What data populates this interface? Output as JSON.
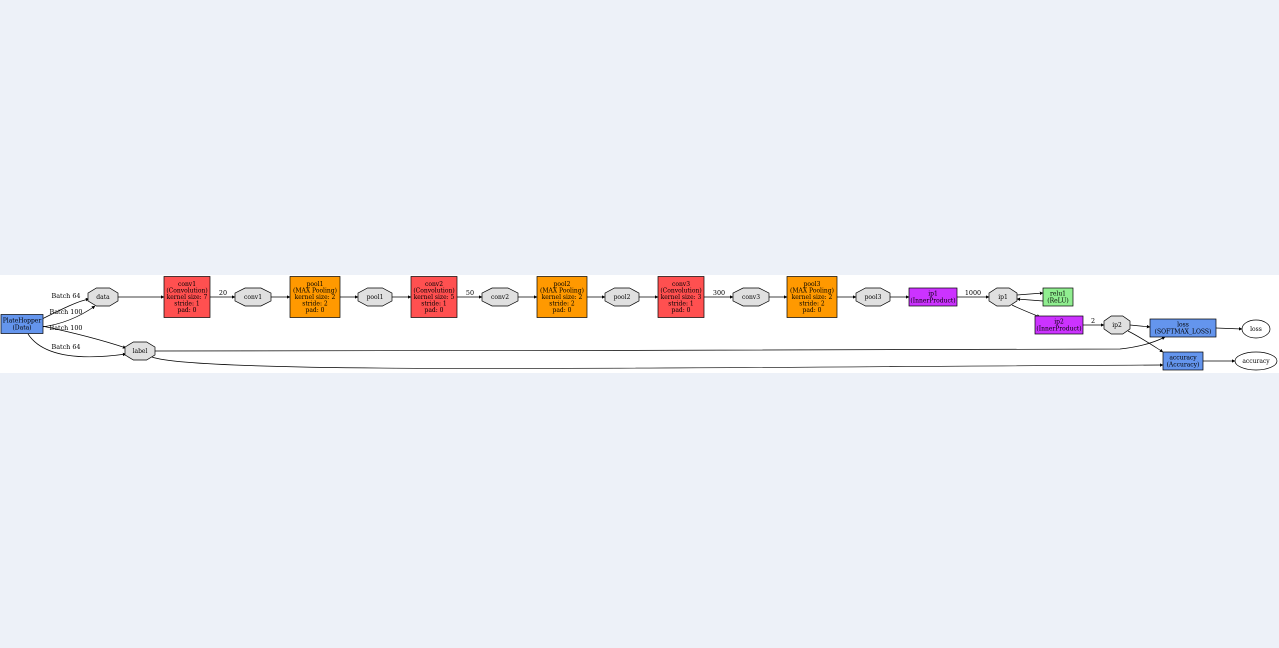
{
  "colors": {
    "data_layer": "#6495ed",
    "conv": "#ff5050",
    "pool": "#ff9900",
    "inner_product": "#cc33ff",
    "relu": "#90ee90",
    "loss": "#6495ed",
    "blob": "#e0e0e0",
    "stage_bg": "#ffffff",
    "page_bg": "#edf1f8"
  },
  "diagram": {
    "nodes": [
      {
        "id": "platehopper",
        "shape": "box",
        "kind": "data_layer",
        "lines": [
          "PlateHopper",
          "(Data)"
        ]
      },
      {
        "id": "data",
        "shape": "octagon",
        "kind": "blob",
        "lines": [
          "data"
        ]
      },
      {
        "id": "label",
        "shape": "octagon",
        "kind": "blob",
        "lines": [
          "label"
        ]
      },
      {
        "id": "conv1_layer",
        "shape": "box",
        "kind": "conv",
        "lines": [
          "conv1",
          "(Convolution)",
          "kernel size: 7",
          "stride: 1",
          "pad: 0"
        ]
      },
      {
        "id": "conv1_blob",
        "shape": "octagon",
        "kind": "blob",
        "lines": [
          "conv1"
        ]
      },
      {
        "id": "pool1_layer",
        "shape": "box",
        "kind": "pool",
        "lines": [
          "pool1",
          "(MAX Pooling)",
          "kernel size: 2",
          "stride: 2",
          "pad: 0"
        ]
      },
      {
        "id": "pool1_blob",
        "shape": "octagon",
        "kind": "blob",
        "lines": [
          "pool1"
        ]
      },
      {
        "id": "conv2_layer",
        "shape": "box",
        "kind": "conv",
        "lines": [
          "conv2",
          "(Convolution)",
          "kernel size: 5",
          "stride: 1",
          "pad: 0"
        ]
      },
      {
        "id": "conv2_blob",
        "shape": "octagon",
        "kind": "blob",
        "lines": [
          "conv2"
        ]
      },
      {
        "id": "pool2_layer",
        "shape": "box",
        "kind": "pool",
        "lines": [
          "pool2",
          "(MAX Pooling)",
          "kernel size: 2",
          "stride: 2",
          "pad: 0"
        ]
      },
      {
        "id": "pool2_blob",
        "shape": "octagon",
        "kind": "blob",
        "lines": [
          "pool2"
        ]
      },
      {
        "id": "conv3_layer",
        "shape": "box",
        "kind": "conv",
        "lines": [
          "conv3",
          "(Convolution)",
          "kernel size: 3",
          "stride: 1",
          "pad: 0"
        ]
      },
      {
        "id": "conv3_blob",
        "shape": "octagon",
        "kind": "blob",
        "lines": [
          "conv3"
        ]
      },
      {
        "id": "pool3_layer",
        "shape": "box",
        "kind": "pool",
        "lines": [
          "pool3",
          "(MAX Pooling)",
          "kernel size: 2",
          "stride: 2",
          "pad: 0"
        ]
      },
      {
        "id": "pool3_blob",
        "shape": "octagon",
        "kind": "blob",
        "lines": [
          "pool3"
        ]
      },
      {
        "id": "ip1_layer",
        "shape": "box",
        "kind": "inner_product",
        "lines": [
          "ip1",
          "(InnerProduct)"
        ]
      },
      {
        "id": "ip1_blob",
        "shape": "octagon",
        "kind": "blob",
        "lines": [
          "ip1"
        ]
      },
      {
        "id": "relu1_layer",
        "shape": "box",
        "kind": "relu",
        "lines": [
          "relu1",
          "(ReLU)"
        ]
      },
      {
        "id": "ip2_layer",
        "shape": "box",
        "kind": "inner_product",
        "lines": [
          "ip2",
          "(InnerProduct)"
        ]
      },
      {
        "id": "ip2_blob",
        "shape": "octagon",
        "kind": "blob",
        "lines": [
          "ip2"
        ]
      },
      {
        "id": "loss_layer",
        "shape": "box",
        "kind": "loss",
        "lines": [
          "loss",
          "(SOFTMAX_LOSS)"
        ]
      },
      {
        "id": "loss_out",
        "shape": "ellipse",
        "kind": "output",
        "lines": [
          "loss"
        ]
      },
      {
        "id": "accuracy_layer",
        "shape": "box",
        "kind": "loss",
        "lines": [
          "accuracy",
          "(Accuracy)"
        ]
      },
      {
        "id": "accuracy_out",
        "shape": "ellipse",
        "kind": "output",
        "lines": [
          "accuracy"
        ]
      }
    ],
    "edges": [
      {
        "from": "platehopper",
        "to": "data",
        "label": "Batch 64"
      },
      {
        "from": "platehopper",
        "to": "data",
        "label": "Batch 100"
      },
      {
        "from": "platehopper",
        "to": "label",
        "label": "Batch 100"
      },
      {
        "from": "platehopper",
        "to": "label",
        "label": "Batch 64"
      },
      {
        "from": "data",
        "to": "conv1_layer",
        "label": ""
      },
      {
        "from": "conv1_layer",
        "to": "conv1_blob",
        "label": "20"
      },
      {
        "from": "conv1_blob",
        "to": "pool1_layer",
        "label": ""
      },
      {
        "from": "pool1_layer",
        "to": "pool1_blob",
        "label": ""
      },
      {
        "from": "pool1_blob",
        "to": "conv2_layer",
        "label": ""
      },
      {
        "from": "conv2_layer",
        "to": "conv2_blob",
        "label": "50"
      },
      {
        "from": "conv2_blob",
        "to": "pool2_layer",
        "label": ""
      },
      {
        "from": "pool2_layer",
        "to": "pool2_blob",
        "label": ""
      },
      {
        "from": "pool2_blob",
        "to": "conv3_layer",
        "label": ""
      },
      {
        "from": "conv3_layer",
        "to": "conv3_blob",
        "label": "300"
      },
      {
        "from": "conv3_blob",
        "to": "pool3_layer",
        "label": ""
      },
      {
        "from": "pool3_layer",
        "to": "pool3_blob",
        "label": ""
      },
      {
        "from": "pool3_blob",
        "to": "ip1_layer",
        "label": ""
      },
      {
        "from": "ip1_layer",
        "to": "ip1_blob",
        "label": "1000"
      },
      {
        "from": "ip1_blob",
        "to": "relu1_layer",
        "label": ""
      },
      {
        "from": "relu1_layer",
        "to": "ip1_blob",
        "label": ""
      },
      {
        "from": "ip1_blob",
        "to": "ip2_layer",
        "label": ""
      },
      {
        "from": "ip2_layer",
        "to": "ip2_blob",
        "label": "2"
      },
      {
        "from": "ip2_blob",
        "to": "loss_layer",
        "label": ""
      },
      {
        "from": "ip2_blob",
        "to": "accuracy_layer",
        "label": ""
      },
      {
        "from": "label",
        "to": "loss_layer",
        "label": ""
      },
      {
        "from": "label",
        "to": "accuracy_layer",
        "label": ""
      },
      {
        "from": "loss_layer",
        "to": "loss_out",
        "label": ""
      },
      {
        "from": "accuracy_layer",
        "to": "accuracy_out",
        "label": ""
      }
    ]
  }
}
